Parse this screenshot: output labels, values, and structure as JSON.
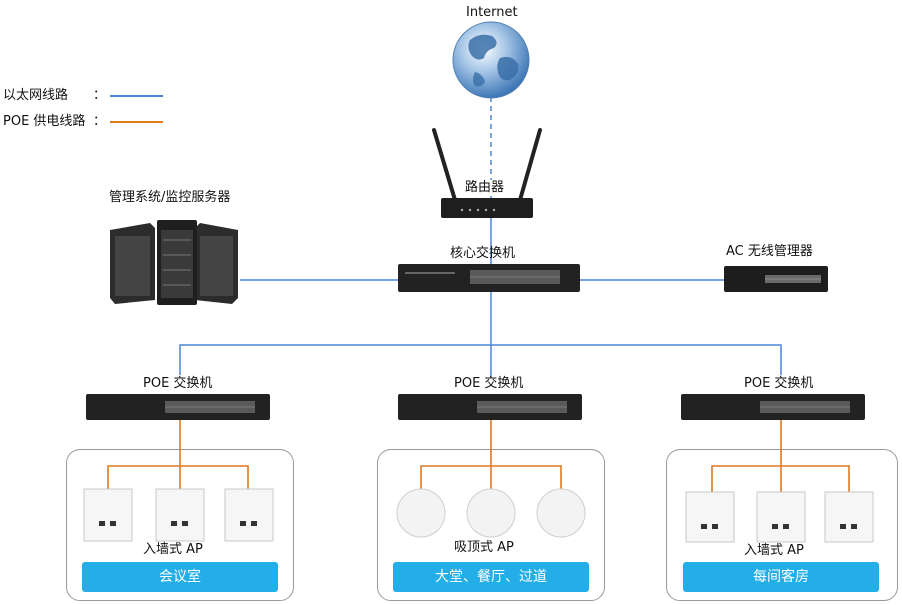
{
  "legend": {
    "ethernet": {
      "label": "以太网线路",
      "colon": "：",
      "color": "#4a86d4"
    },
    "poe": {
      "label": "POE 供电线路",
      "colon": "：",
      "color": "#e07a20"
    }
  },
  "nodes": {
    "internet": "Internet",
    "router": "路由器",
    "servers": "管理系统/监控服务器",
    "core_switch": "核心交换机",
    "ac_controller": "AC 无线管理器",
    "poe_switch_left": "POE 交换机",
    "poe_switch_mid": "POE 交换机",
    "poe_switch_right": "POE 交换机"
  },
  "areas": [
    {
      "ap_type": "入墙式 AP",
      "location": "会议室"
    },
    {
      "ap_type": "吸顶式 AP",
      "location": "大堂、餐厅、过道"
    },
    {
      "ap_type": "入墙式 AP",
      "location": "每间客房"
    }
  ]
}
